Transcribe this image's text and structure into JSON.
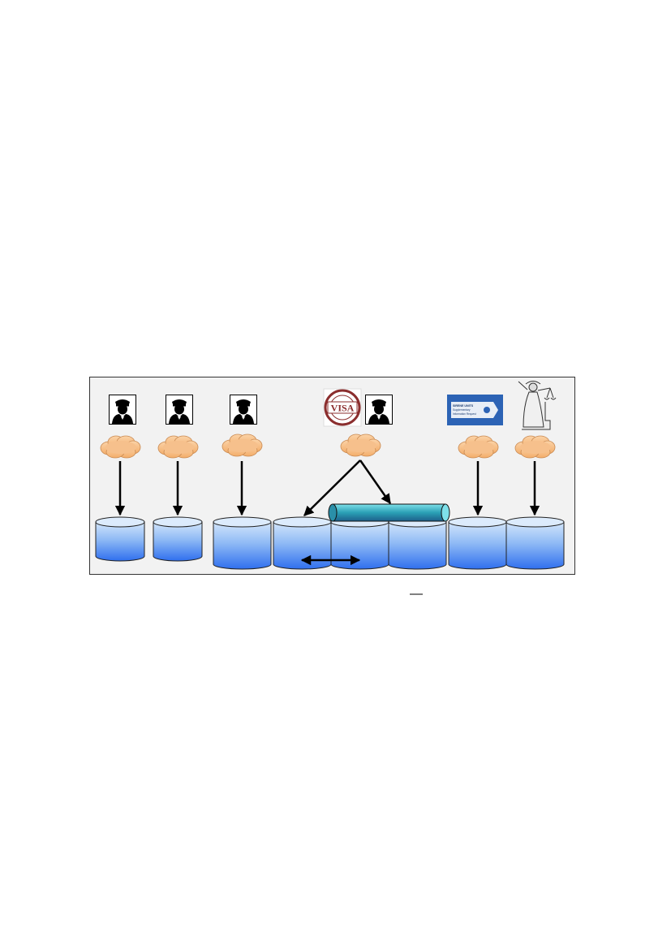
{
  "diagram": {
    "actors": [
      {
        "id": "police-1",
        "icon": "police-officer-icon"
      },
      {
        "id": "police-2",
        "icon": "police-officer-icon"
      },
      {
        "id": "police-3",
        "icon": "police-officer-icon"
      },
      {
        "id": "visa-authority",
        "icon": "visa-stamp-icon",
        "text": "VISA"
      },
      {
        "id": "police-4",
        "icon": "police-officer-icon"
      },
      {
        "id": "sirene-office",
        "icon": "sirene-sign-icon",
        "lines": [
          "SIRENE UNITS",
          "Supplementary",
          "Information Request"
        ]
      },
      {
        "id": "justice",
        "icon": "lady-justice-icon"
      }
    ],
    "clouds": 6,
    "databases": 8,
    "shared_database": "shared-database-bar",
    "colors": {
      "cloud": "#f7bf8a",
      "cloud_stroke": "#c98a52",
      "db_top": "#cfe3fb",
      "db_bottom": "#2f6fee",
      "shared_db": "#2aa0b5",
      "panel": "#f2f2f2",
      "arrow": "#000000"
    }
  }
}
